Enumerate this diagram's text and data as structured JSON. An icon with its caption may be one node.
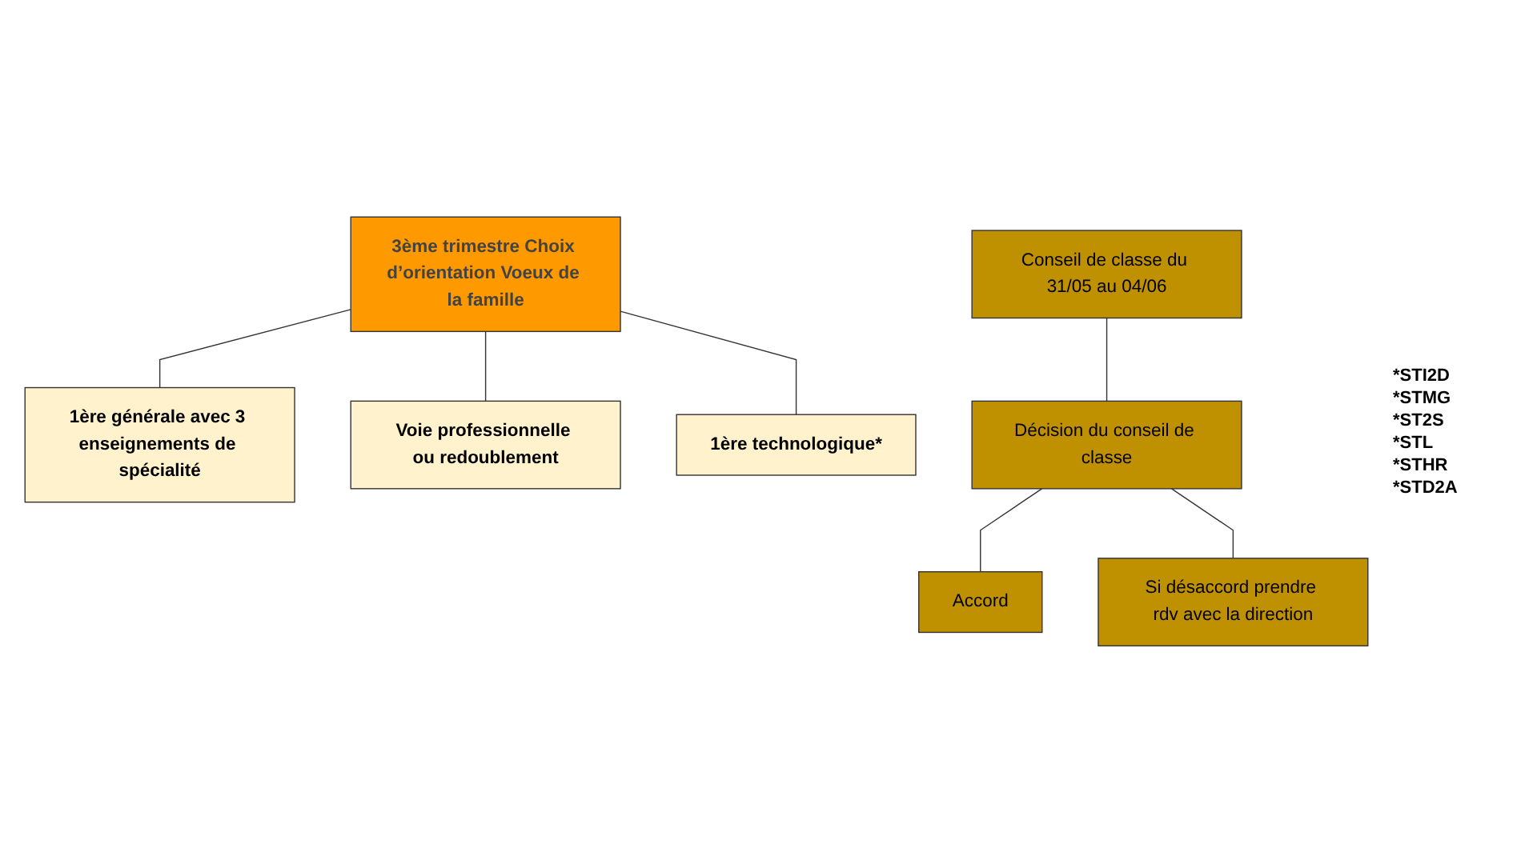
{
  "diagram": {
    "nodes": [
      {
        "text": [
          "3ème trimestre Choix d’orientation Voeux de la famille"
        ]
      },
      {
        "text": [
          "1ère générale avec 3 enseignements de spécialité"
        ]
      },
      {
        "text": [
          "Voie professionnelle ou redoublement"
        ]
      },
      {
        "text": [
          "1ère technologique*"
        ]
      },
      {
        "text": [
          "Conseil de classe du 31/05 au 04/06"
        ]
      },
      {
        "text": [
          "Décision du conseil de classe"
        ]
      },
      {
        "text": [
          "Accord"
        ]
      },
      {
        "text": [
          "Si désaccord prendre rdv avec la direction"
        ]
      }
    ],
    "edges": [
      {
        "from": 0,
        "to": 1,
        "arrow": "none"
      },
      {
        "from": 0,
        "to": 2,
        "arrow": "none"
      },
      {
        "from": 0,
        "to": 3,
        "arrow": "none"
      },
      {
        "from": 4,
        "to": 5,
        "arrow": "none"
      },
      {
        "from": 5,
        "to": 6,
        "arrow": "none"
      },
      {
        "from": 5,
        "to": 7,
        "arrow": "none"
      }
    ],
    "labels": [
      "*STI2D",
      "*STMG",
      "*ST2S",
      "*STL",
      "*STHR",
      "*STD2A"
    ]
  }
}
